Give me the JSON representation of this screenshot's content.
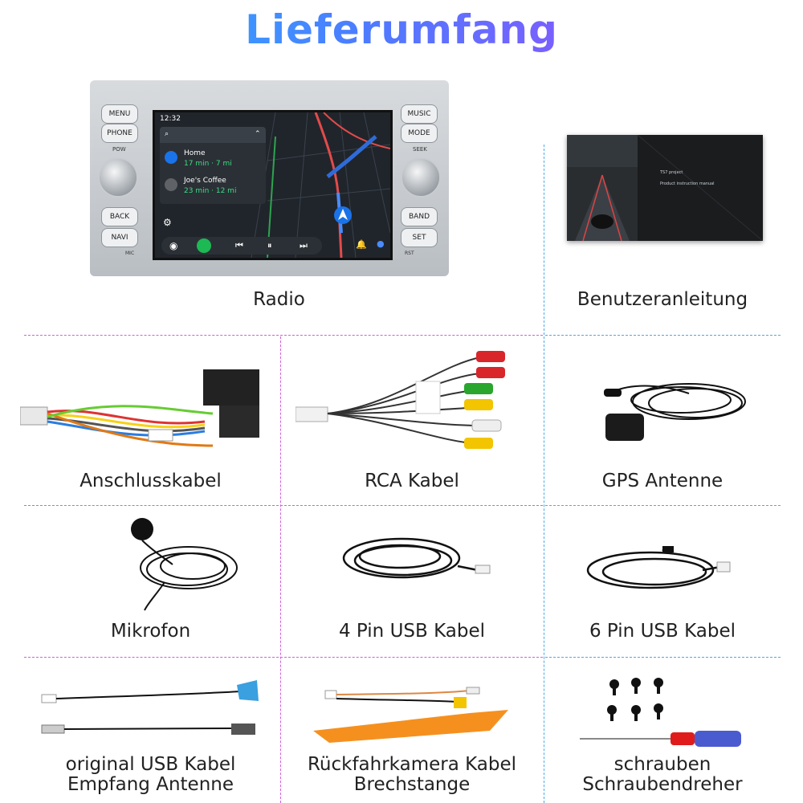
{
  "header": {
    "title": "Lieferumfang"
  },
  "radio_panel": {
    "buttons": {
      "menu": "MENU",
      "phone": "PHONE",
      "back": "BACK",
      "navi": "NAVI",
      "music": "MUSIC",
      "mode": "MODE",
      "band": "BAND",
      "set": "SET"
    },
    "knob_labels": {
      "pow": "POW",
      "seek": "SEEK"
    },
    "small_labels": {
      "mic": "MIC",
      "rst": "RST"
    },
    "screen": {
      "time": "12:32",
      "destinations": [
        {
          "name": "Home",
          "eta": "17 min · 7 mi"
        },
        {
          "name": "Joe's Coffee",
          "eta": "23 min · 12 mi"
        }
      ]
    }
  },
  "manual_image": {
    "line1": "TS7 project",
    "line2": "Product instruction manual"
  },
  "items": [
    {
      "label": "Radio"
    },
    {
      "label": "Benutzeranleitung"
    },
    {
      "label": "Anschlusskabel"
    },
    {
      "label": "RCA Kabel"
    },
    {
      "label": "GPS Antenne"
    },
    {
      "label": "Mikrofon"
    },
    {
      "label": "4 Pin USB Kabel"
    },
    {
      "label": "6 Pin USB Kabel"
    },
    {
      "label": "original USB Kabel\nEmpfang Antenne"
    },
    {
      "label": "Rückfahrkamera Kabel\nBrechstange"
    },
    {
      "label": "schrauben\nSchraubendreher"
    }
  ],
  "colors": {
    "divider_pink": "#d25ce0",
    "divider_blue": "#4fa8e6",
    "title_start": "#1fc7ff",
    "title_end": "#b23cff"
  }
}
